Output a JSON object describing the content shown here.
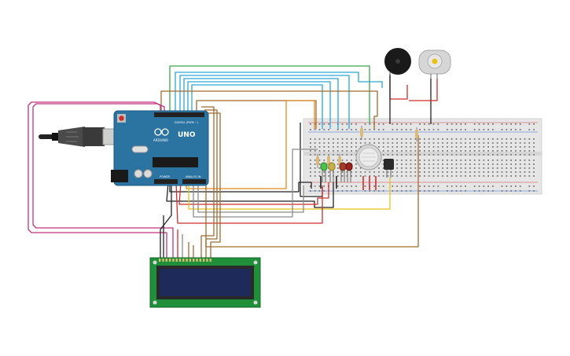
{
  "arduino": {
    "brand": "ARDUINO",
    "model": "UNO",
    "digital_label": "DIGITAL (PWM ~)",
    "power_label": "POWER",
    "analog_label": "ANALOG IN"
  },
  "colors": {
    "board": "#2b73a0",
    "breadboard": "#e6e6e6",
    "lcd_pcb": "#1f8f3a",
    "lcd_screen": "#1d2a5a",
    "wire_green": "#3aa84b",
    "wire_blue": "#2aa6d8",
    "wire_red": "#d12c2c",
    "wire_black": "#222222",
    "wire_brown": "#a36b2f",
    "wire_orange": "#e08a1c",
    "wire_yellow": "#e6c21a",
    "wire_magenta": "#c2337f",
    "wire_gray": "#8c8c8c"
  },
  "components": [
    "arduino-uno",
    "usb-cable",
    "breadboard",
    "lcd-16x2",
    "piezo-buzzer",
    "dc-motor",
    "gas-sensor",
    "photoresistor",
    "green-led",
    "yellow-led",
    "red-led"
  ]
}
